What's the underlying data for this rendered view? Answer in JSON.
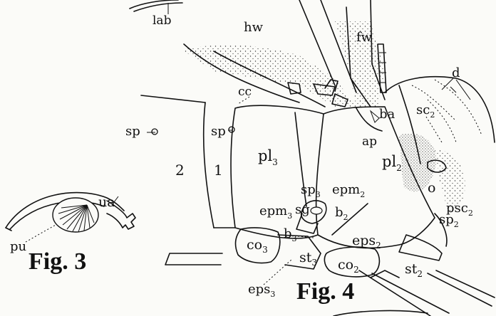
{
  "figures": [
    {
      "id": "fig3",
      "caption": "Fig. 3"
    },
    {
      "id": "fig4",
      "caption": "Fig. 4"
    }
  ],
  "labels": {
    "lab": "lab",
    "hw": "hw",
    "fw": "fw",
    "cc": "cc",
    "d": "d",
    "sc2": {
      "base": "sc",
      "sub": "2"
    },
    "ba": "ba",
    "ap": "ap",
    "sp_outer": "sp",
    "sp_1": "sp",
    "seg2": "2",
    "seg1": "1",
    "pl3": {
      "base": "pl",
      "sub": "3"
    },
    "pl2": {
      "base": "pl",
      "sub": "2"
    },
    "sp3": {
      "base": "sp",
      "sub": "3"
    },
    "epm2": {
      "base": "epm",
      "sub": "2"
    },
    "epm3": {
      "base": "epm",
      "sub": "3"
    },
    "sg": "sg",
    "b2": {
      "base": "b",
      "sub": "2"
    },
    "b3": {
      "base": "b",
      "sub": "3"
    },
    "eps2": {
      "base": "eps",
      "sub": "2"
    },
    "eps3": {
      "base": "eps",
      "sub": "3"
    },
    "co3": {
      "base": "co",
      "sub": "3"
    },
    "co2": {
      "base": "co",
      "sub": "2"
    },
    "st3": {
      "base": "st",
      "sub": "3"
    },
    "st2": {
      "base": "st",
      "sub": "2"
    },
    "o": "o",
    "psc2": {
      "base": "psc",
      "sub": "2"
    },
    "sp2": {
      "base": "sp",
      "sub": "2"
    },
    "ua": "ua",
    "pu": "pu"
  }
}
